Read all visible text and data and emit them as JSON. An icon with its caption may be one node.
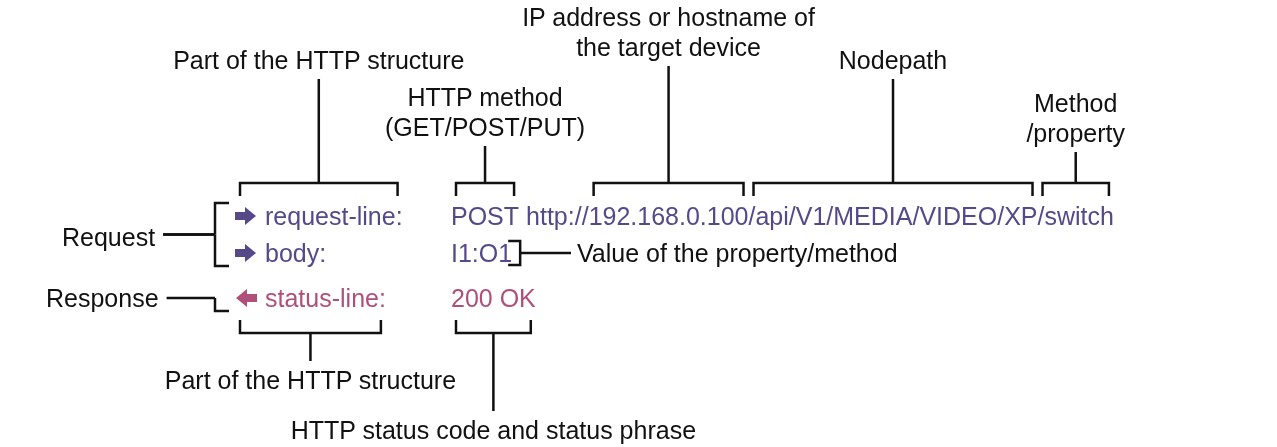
{
  "diagram": {
    "nodes": [
      {
        "text": [
          "Part of the HTTP structure"
        ]
      },
      {
        "text": [
          "HTTP method (GET/POST/PUT)"
        ]
      },
      {
        "text": [
          "IP address or hostname of the target device"
        ]
      },
      {
        "text": [
          "Nodepath"
        ]
      },
      {
        "text": [
          "Method /property"
        ]
      },
      {
        "text": [
          "Request"
        ]
      },
      {
        "text": [
          "Response"
        ]
      },
      {
        "text": [
          "request-line:"
        ]
      },
      {
        "text": [
          "POST"
        ]
      },
      {
        "text": [
          "http://",
          "192.168.0.100",
          "/api/V1/MEDIA/VIDEO/XP",
          "/switch"
        ]
      },
      {
        "text": [
          "body:"
        ]
      },
      {
        "text": [
          "I1:O1"
        ]
      },
      {
        "text": [
          "Value of the property/method"
        ]
      },
      {
        "text": [
          "status-line:"
        ]
      },
      {
        "text": [
          "200 OK"
        ]
      },
      {
        "text": [
          "Part of the HTTP structure"
        ]
      },
      {
        "text": [
          "HTTP status code and status phrase"
        ]
      }
    ],
    "edges": [
      {
        "from": 0,
        "to": 7,
        "arrow": "none"
      },
      {
        "from": 1,
        "to": 8,
        "arrow": "none"
      },
      {
        "from": 2,
        "to": 9,
        "arrow": "none"
      },
      {
        "from": 3,
        "to": 9,
        "arrow": "none"
      },
      {
        "from": 4,
        "to": 9,
        "arrow": "none"
      },
      {
        "from": 5,
        "to": 7,
        "arrow": "none"
      },
      {
        "from": 5,
        "to": 10,
        "arrow": "none"
      },
      {
        "from": 6,
        "to": 13,
        "arrow": "none"
      },
      {
        "from": 12,
        "to": 11,
        "arrow": "none"
      },
      {
        "from": 15,
        "to": 13,
        "arrow": "none"
      },
      {
        "from": 16,
        "to": 14,
        "arrow": "none"
      }
    ]
  }
}
